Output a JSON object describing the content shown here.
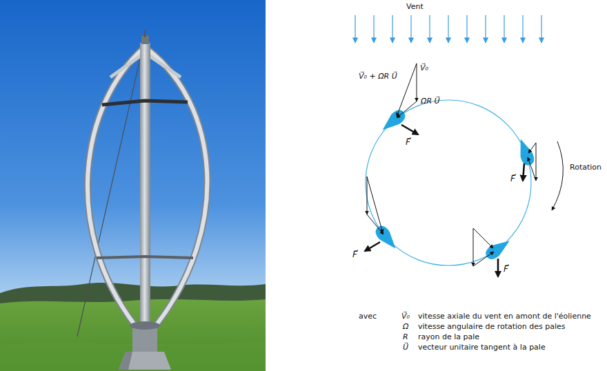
{
  "diagram": {
    "labels": [
      "Vent",
      "V⃗₀ + ΩR U⃗",
      "V⃗₀",
      "ΩR U⃗",
      "F⃗",
      "F⃗",
      "F⃗",
      "F⃗",
      "Rotation",
      "avec",
      "V⃗₀",
      "vitesse axiale du vent en amont de l'éolienne",
      "Ω",
      "vitesse angulaire de rotation des pales",
      "R",
      "rayon de la pale",
      "U⃗",
      "vecteur unitaire tangent à la pale"
    ]
  }
}
